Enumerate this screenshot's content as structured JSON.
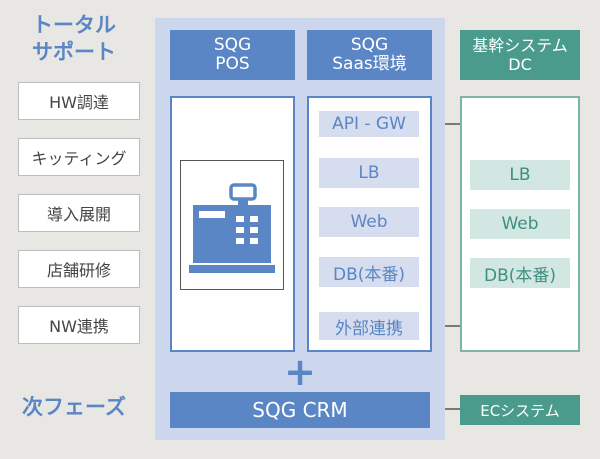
{
  "side": {
    "title_line1": "トータル",
    "title_line2": "サポート",
    "items": [
      "HW調達",
      "キッティング",
      "導入展開",
      "店舗研修",
      "NW連携"
    ],
    "next_phase": "次フェーズ"
  },
  "pos": {
    "header_line1": "SQG",
    "header_line2": "POS",
    "device_icon": "cash-register-icon"
  },
  "saas": {
    "header_line1": "SQG",
    "header_line2": "Saas環境",
    "boxes": [
      "API - GW",
      "LB",
      "Web",
      "DB(本番)",
      "外部連携"
    ]
  },
  "dc": {
    "header_line1": "基幹システム",
    "header_line2": "DC",
    "boxes": [
      "LB",
      "Web",
      "DB(本番)"
    ]
  },
  "plus_symbol": "+",
  "crm": {
    "label": "SQG CRM"
  },
  "ec": {
    "label": "ECシステム"
  },
  "colors": {
    "blue": "#5b86c5",
    "light_blue_panel": "#ccd6ec",
    "light_blue_box": "#d6ddef",
    "teal": "#4b9b8c",
    "light_teal_box": "#d3e7e2",
    "connector": "#555555",
    "background": "#e8e7e4"
  }
}
